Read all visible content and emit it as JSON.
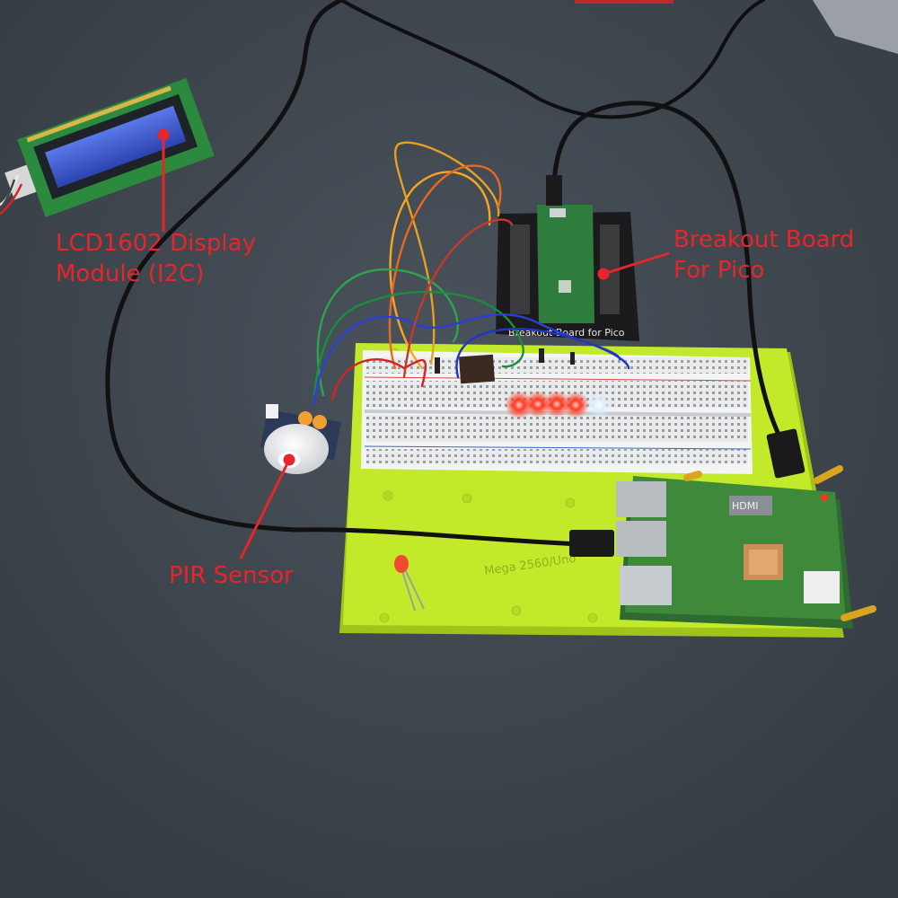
{
  "callouts": {
    "lcd": {
      "line1": "LCD1602 Display",
      "line2": "Module (I2C)"
    },
    "breakout": {
      "line1": "Breakout Board",
      "line2": "For Pico"
    },
    "pir": {
      "line1": "PIR Sensor"
    }
  },
  "board_labels": {
    "breakout_silk": "Breakout Board for Pico",
    "base_plate_silk": "Mega 2560/Uno",
    "hdmi": "HDMI"
  },
  "colors": {
    "callout_text": "#e8252a",
    "desk": "#3d444c",
    "acrylic_base": "#c3ea2a",
    "pcb_green": "#3f8a3a",
    "led_red": "#ff2a1a",
    "led_white": "#e8f4ff",
    "lcd_backlight": "#3b58c9"
  },
  "leds_lit": [
    "red",
    "red",
    "red",
    "red",
    "white"
  ]
}
